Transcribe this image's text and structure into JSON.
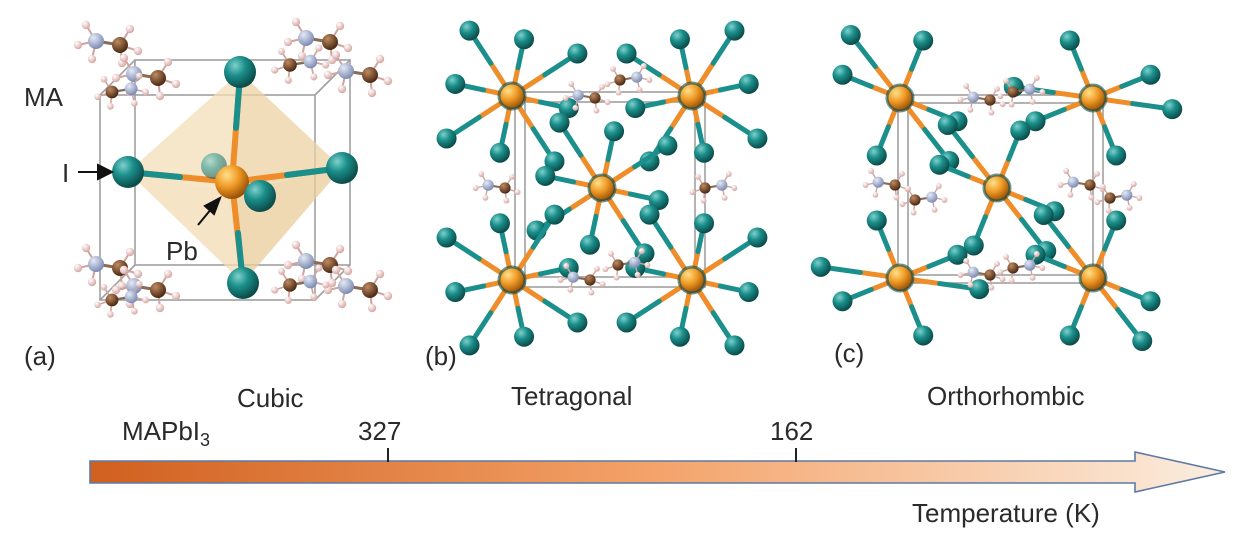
{
  "panels": [
    {
      "id": "a",
      "label": "(a)",
      "phase": "Cubic"
    },
    {
      "id": "b",
      "label": "(b)",
      "phase": "Tetragonal"
    },
    {
      "id": "c",
      "label": "(c)",
      "phase": "Orthorhombic"
    }
  ],
  "annotations": {
    "ma": "MA",
    "iodide": "I",
    "lead": "Pb"
  },
  "compound": {
    "base": "MAPbI",
    "subscript": "3"
  },
  "axis": {
    "title": "Temperature (K)",
    "ticks": [
      {
        "value": 327,
        "label": "327"
      },
      {
        "value": 162,
        "label": "162"
      }
    ],
    "gradient_colors": [
      "#d0601f",
      "#f4a36a",
      "#fbeee0"
    ],
    "outline_color": "#5d7aa6"
  },
  "colors": {
    "iodine": "#187e7c",
    "lead": "#ee8d2a",
    "carbon": "#7a4a2a",
    "nitrogen": "#9aa8c8",
    "hydrogen": "#e9c7c4",
    "octahedron": "#f1ddb5",
    "cell_edge": "#9a9a9a"
  }
}
